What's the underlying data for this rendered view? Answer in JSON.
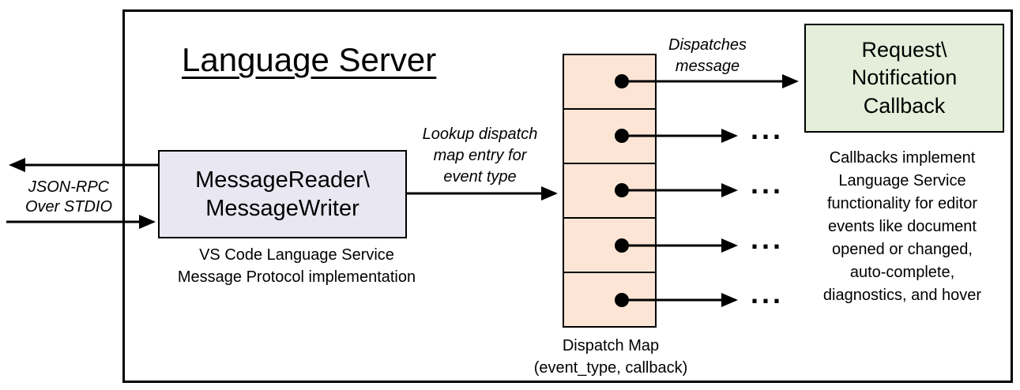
{
  "diagram": {
    "title": "Language Server",
    "io_label": {
      "line1": "JSON-RPC",
      "line2": "Over STDIO"
    },
    "message_box": {
      "line1": "MessageReader\\",
      "line2": "MessageWriter",
      "fill": "#e8e7f2",
      "caption": {
        "line1": "VS Code Language Service",
        "line2": "Message Protocol implementation"
      }
    },
    "lookup_label": {
      "lines": [
        "Lookup dispatch",
        "map entry for",
        "event type"
      ]
    },
    "dispatch_map": {
      "rows": 5,
      "fill": "#fce5d5",
      "caption": {
        "line1": "Dispatch Map",
        "line2": "(event_type, callback)"
      }
    },
    "dispatch_label": {
      "line1": "Dispatches",
      "line2": "message"
    },
    "callback_box": {
      "lines": [
        "Request\\",
        "Notification",
        "Callback"
      ],
      "fill": "#e3efda"
    },
    "ellipsis": "...",
    "note": {
      "lines": [
        "Callbacks implement",
        "Language Service",
        "functionality for editor",
        "events like document",
        "opened or changed,",
        "auto-complete,",
        "diagnostics, and hover"
      ]
    }
  }
}
